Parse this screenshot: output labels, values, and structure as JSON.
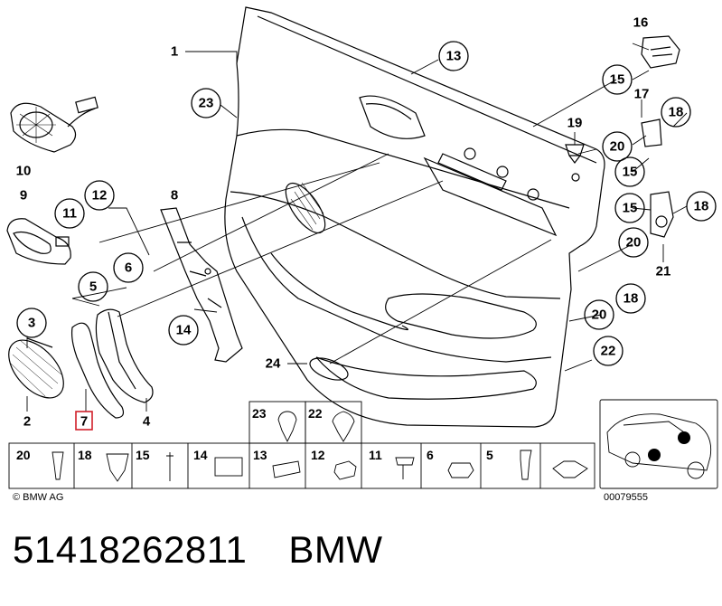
{
  "callouts": {
    "c1": "1",
    "c2": "2",
    "c3": "3",
    "c4": "4",
    "c5": "5",
    "c6": "6",
    "c7": "7",
    "c8": "8",
    "c9": "9",
    "c10": "10",
    "c11": "11",
    "c12": "12",
    "c13": "13",
    "c14": "14",
    "c15a": "15",
    "c15b": "15",
    "c15c": "15",
    "c16": "16",
    "c17": "17",
    "c18a": "18",
    "c18b": "18",
    "c18c": "18",
    "c19": "19",
    "c20a": "20",
    "c20b": "20",
    "c20c": "20",
    "c21": "21",
    "c22": "22",
    "c23": "23",
    "c24": "24"
  },
  "parts_table": {
    "top_row": [
      "23",
      "22"
    ],
    "bottom_row": [
      "20",
      "18",
      "15",
      "14",
      "13",
      "12",
      "11",
      "6",
      "5"
    ]
  },
  "copyright": "© BMW AG",
  "diagram_number": "00079555",
  "footer": {
    "part_number": "51418262811",
    "brand": "BMW"
  },
  "highlight_color": "#d0202a"
}
